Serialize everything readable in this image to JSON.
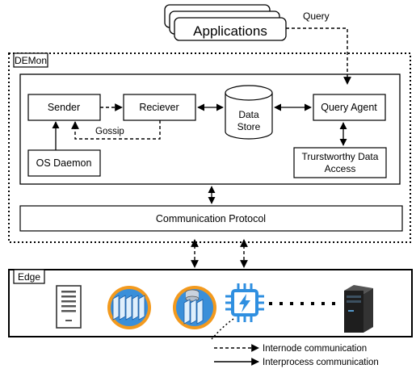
{
  "applications": {
    "label": "Applications",
    "query_label": "Query"
  },
  "demon": {
    "label": "DEMon"
  },
  "components": {
    "sender": "Sender",
    "receiver": "Reciever",
    "gossip": "Gossip",
    "os_daemon": "OS Daemon",
    "data_store_line1": "Data",
    "data_store_line2": "Store",
    "query_agent": "Query Agent",
    "trustworthy_line1": "Trurstworthy Data",
    "trustworthy_line2": "Access",
    "communication_protocol": "Communication Protocol"
  },
  "edge": {
    "label": "Edge",
    "icons": [
      "server-tower-icon",
      "cluster-blades-icon",
      "database-server-icon",
      "iot-chip-icon",
      "server-rack-icon"
    ]
  },
  "legend": {
    "internode": "Internode communication",
    "interprocess": "Interprocess  communication"
  },
  "colors": {
    "orange": "#f39a1e",
    "blue": "#2f8fe0",
    "light_blue": "#56b8f0",
    "dark": "#222222"
  }
}
